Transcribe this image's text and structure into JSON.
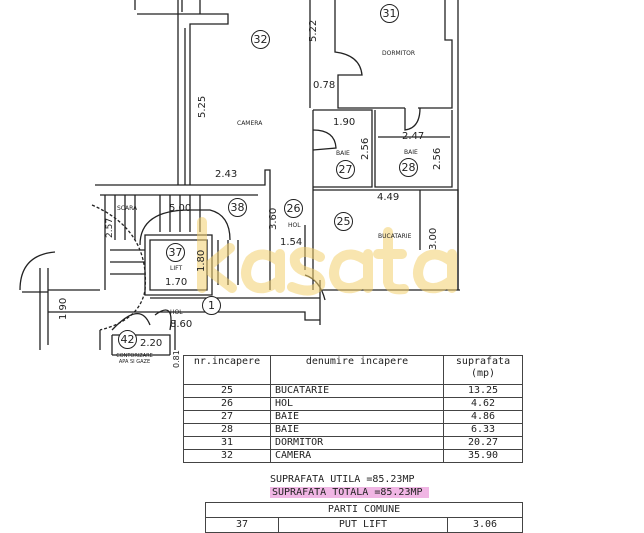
{
  "plan": {
    "rooms": [
      {
        "id": "25",
        "name": "BUCATARIE"
      },
      {
        "id": "26",
        "name": "HOL"
      },
      {
        "id": "27",
        "name": "BAIE"
      },
      {
        "id": "28",
        "name": "BAIE"
      },
      {
        "id": "31",
        "name": "DORMITOR"
      },
      {
        "id": "32",
        "name": "CAMERA"
      },
      {
        "id": "37",
        "name": "LIFT"
      },
      {
        "id": "38",
        "name": "SCARA"
      },
      {
        "id": "1",
        "name": "HOL"
      },
      {
        "id": "42",
        "name": "CONTORIZARE APA SI GAZE"
      }
    ],
    "dimensions": [
      "5.22",
      "0.78",
      "5.25",
      "1.90",
      "2.56",
      "2.47",
      "2.56",
      "2.43",
      "4.49",
      "3.00",
      "5.00",
      "3.60",
      "1.54",
      "1.80",
      "1.70",
      "1.90",
      "8.60",
      "2.20",
      "0.81",
      "2.57"
    ],
    "watermark": "kasata"
  },
  "table": {
    "headers": [
      "nr.incapere",
      "denumire incapere",
      "suprafata (mp)"
    ],
    "rows": [
      [
        "25",
        "BUCATARIE",
        "13.25"
      ],
      [
        "26",
        "HOL",
        "4.62"
      ],
      [
        "27",
        "BAIE",
        "4.86"
      ],
      [
        "28",
        "BAIE",
        "6.33"
      ],
      [
        "31",
        "DORMITOR",
        "20.27"
      ],
      [
        "32",
        "CAMERA",
        "35.90"
      ]
    ],
    "suprafata_utila": "SUPRAFATA UTILA =85.23MP",
    "suprafata_totala": "SUPRAFATA TOTALA =85.23MP",
    "highlight_color": "#f0b6e4"
  },
  "common": {
    "title": "PARTI COMUNE",
    "rows": [
      [
        "37",
        "PUT LIFT",
        "3.06"
      ]
    ]
  }
}
